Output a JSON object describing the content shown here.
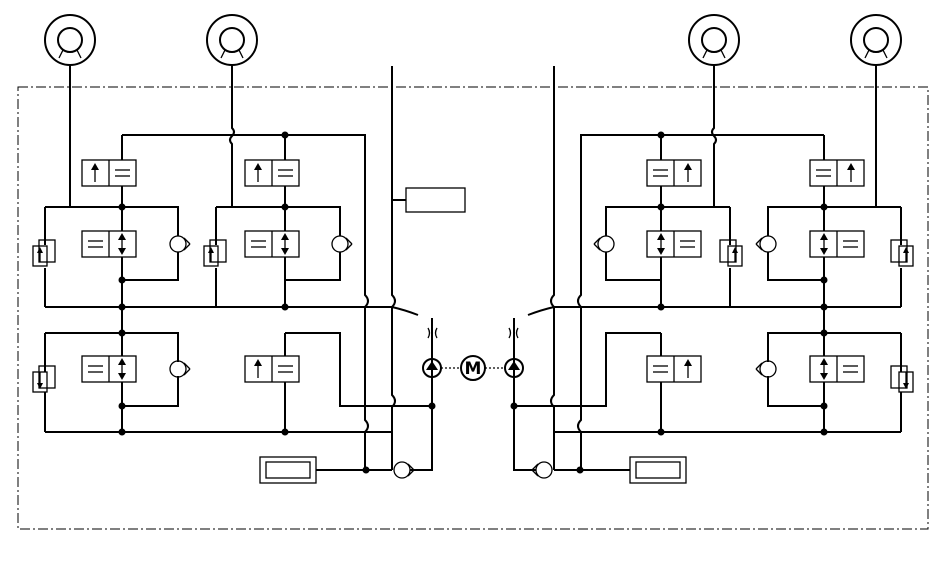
{
  "diagram": {
    "motor_label": "M"
  },
  "elements": {
    "wheels": [
      "brake-wheel",
      "brake-wheel",
      "brake-wheel",
      "brake-wheel"
    ],
    "icons": [
      "valve-icon",
      "check-valve-icon",
      "pump-icon",
      "motor-icon",
      "reservoir-icon",
      "orifice-icon",
      "junction-dot"
    ]
  },
  "colors": {
    "line": "#000000",
    "background": "#ffffff"
  }
}
